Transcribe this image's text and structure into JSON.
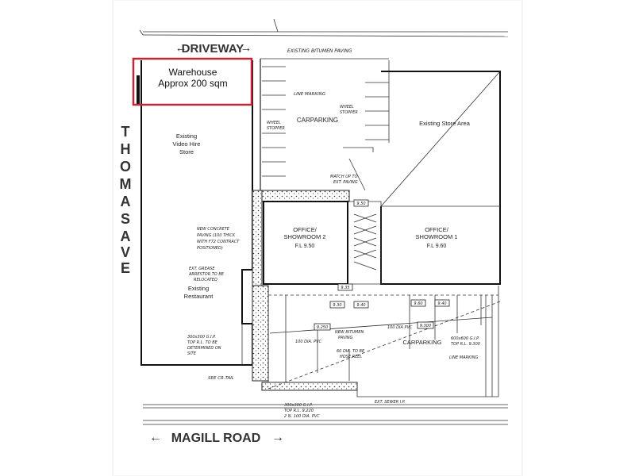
{
  "streets": {
    "driveway": "DRIVEWAY",
    "magill": "MAGILL ROAD",
    "thomas_letters": [
      "T",
      "H",
      "O",
      "M",
      "A",
      "S"
    ],
    "ave_letters": [
      "A",
      "V",
      "E"
    ]
  },
  "highlight": {
    "line1": "Warehouse",
    "line2": "Approx 200 sqm",
    "color": "#c0283a"
  },
  "rooms": {
    "video": [
      "Existing",
      "Video Hire",
      "Store"
    ],
    "store_area": "Existing Store Area",
    "carparking_top": "CARPARKING",
    "office2": [
      "OFFICE/",
      "SHOWROOM 2",
      "F.L 9.50"
    ],
    "office1": [
      "OFFICE/",
      "SHOWROOM 1",
      "F.L 9.60"
    ],
    "restaurant": [
      "Existing",
      "Restaurant"
    ],
    "carparking_bottom": "CARPARKING"
  },
  "notes": {
    "bitumen": "EXISTING BITUMEN PAVING",
    "line_marking": "LINE MARKING",
    "wheel_stopper_l": [
      "WHEEL",
      "STOPPER"
    ],
    "wheel_stopper_r": [
      "WHEEL",
      "STOPPER"
    ],
    "match": [
      "MATCH UP TO",
      "EXT. PAVING"
    ],
    "concrete": [
      "NEW CONCRETE",
      "PAVING (100 THICK",
      "WITH F72 CONTRACT",
      "POSITIONED)"
    ],
    "grease": [
      "EXT. GREASE",
      "ARRESTOR TO BE",
      "RELOCATED"
    ],
    "pit": [
      "300x300 G.I.P.",
      "TOP R.L. TO BE",
      "DETERMINED ON",
      "SITE"
    ],
    "new_bitumen": [
      "NEW BITUMEN",
      "PAVING"
    ],
    "pvc100": "100 DIA. PVC",
    "pvc100b": "100 DIA PVC",
    "pvc60": [
      "60 DIA. TO BE",
      "HOSE REEL"
    ],
    "gip600": [
      "600x600 G.I.P.",
      "TOP R.L. 9.300"
    ],
    "line_marking2": "LINE MARKING",
    "kerb": "SEE CR.TAIL",
    "sewer": "EXT. SEWER I.P.",
    "bottom_pit": [
      "300x300 G.I.P.",
      "TOP R.L. 9.220",
      "2 N. 100 DIA. PVC"
    ]
  },
  "levels": [
    "9.50",
    "9.250",
    "9.300",
    "9.30",
    "9.40",
    "9.60",
    "9.40",
    "9.35"
  ]
}
